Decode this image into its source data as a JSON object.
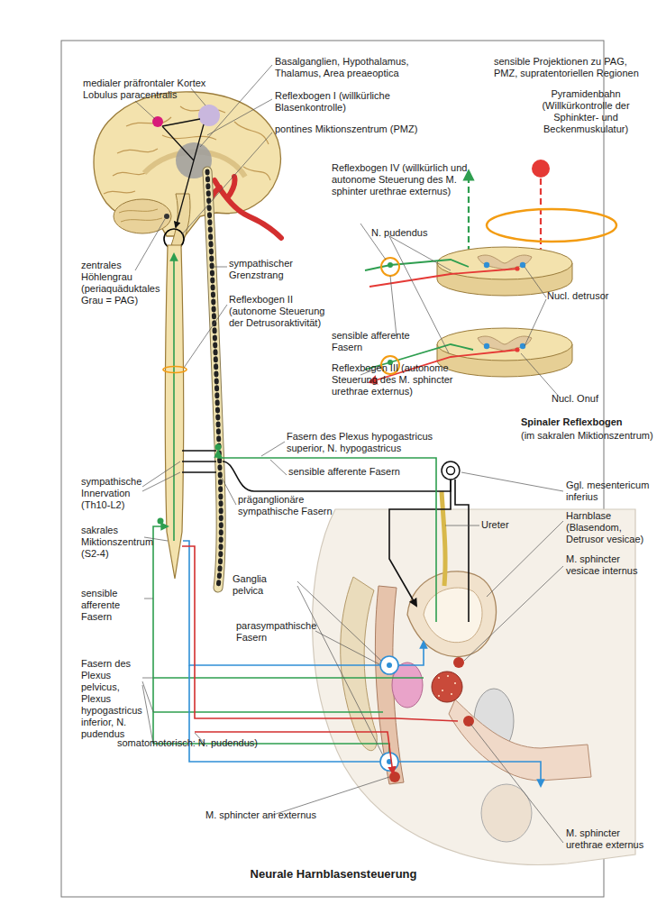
{
  "diagram": {
    "title": "Neurale Harnblasensteuerung",
    "labels": [
      "medialer präfrontaler Kortex Lobulus paracentralis",
      "Basalganglien, Hypothalamus, Thalamus, Area preaeoptica",
      "Reflexbogen I (willkürliche Blasenkontrolle)",
      "pontines Miktionszentrum (PMZ)",
      "sensible Projektionen zu PAG, PMZ, supratentoriellen Regionen",
      "Pyramidenbahn (Willkürkontrolle der Sphinkter- und Beckenmuskulatur)",
      "Reflexbogen IV (willkürlich und autonome Steuerung des M. sphinter urethrae externus)",
      "N. pudendus",
      "Nucl. detrusor",
      "sensible afferente Fasern",
      "Reflexbogen III (autonome Steuerung des M. sphincter urethrae externus)",
      "Nucl. Onuf",
      "Spinaler Reflexbogen",
      "(im sakralen Miktionszentrum)",
      "sympathischer Grenzstrang",
      "Reflexbogen II (autonome Steuerung der Detrusoraktivität)",
      "zentrales Höhlengrau (periaquäduktales Grau = PAG)",
      "Fasern des Plexus hypogastricus superior, N. hypogastricus",
      "sensible afferente Fasern",
      "sympathische Innervation (Th10-L2)",
      "präganglionäre sympathische Fasern",
      "Ggl. mesentericum inferius",
      "Harnblase (Blasendom, Detrusor vesicae)",
      "M. sphincter vesicae internus",
      "Ureter",
      "sakrales Miktionszentrum (S2-4)",
      "sensible afferente Fasern",
      "Ganglia pelvica",
      "parasympathische Fasern",
      "Fasern des Plexus pelvicus, Plexus hypogastricus inferior, N. pudendus",
      "somatomotorisch: N. pudendus)",
      "M. sphincter ani externus",
      "M. sphincter urethrae externus"
    ]
  }
}
